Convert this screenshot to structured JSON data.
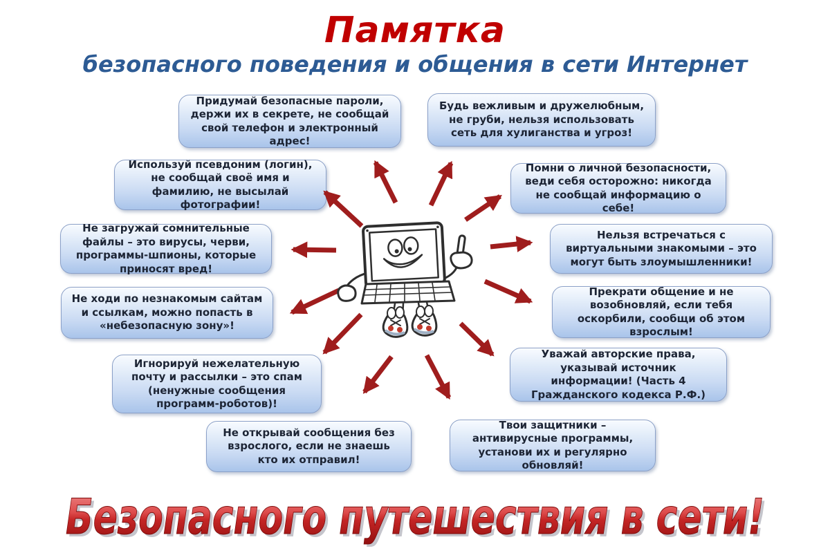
{
  "title": "Памятка",
  "subtitle": "безопасного поведения и общения в сети Интернет",
  "footer": "Безопасного путешествия в сети!",
  "mascot": "cartoon laptop character with smiling face, pointing finger and sneakers",
  "colors": {
    "title_red": "#c00000",
    "subtitle_blue": "#2d5b94",
    "arrow_red": "#9f1d1d",
    "box_fill_top": "#f8fbff",
    "box_fill_bottom": "#a9c4ea",
    "box_border": "#8aa0c8",
    "box_text": "#1d2535",
    "footer_gradient_top": "#ee8d8d",
    "footer_gradient_bottom": "#8f0e0e"
  },
  "tips": [
    {
      "position": "top-left",
      "text": "Придумай безопасные пароли, держи их в секрете, не сообщай свой телефон и электронный адрес!"
    },
    {
      "position": "top-right",
      "text": "Будь вежливым и дружелюбным, не груби, нельзя использовать сеть для хулиганства и угроз!"
    },
    {
      "position": "left-2",
      "text": "Используй псевдоним (логин), не сообщай своё имя и фамилию, не высылай фотографии!"
    },
    {
      "position": "right-2",
      "text": "Помни о личной безопасности, веди себя осторожно: никогда не сообщай информацию о себе!"
    },
    {
      "position": "left-3",
      "text": "Не загружай сомнительные файлы – это вирусы, черви, программы-шпионы, которые приносят вред!"
    },
    {
      "position": "right-3",
      "text": "Нельзя встречаться с виртуальными знакомыми – это могут быть злоумышленники!"
    },
    {
      "position": "left-4",
      "text": "Не ходи по незнакомым сайтам и ссылкам, можно попасть в «небезопасную зону»!"
    },
    {
      "position": "right-4",
      "text": "Прекрати общение и не возобновляй, если тебя оскорбили, сообщи об этом взрослым!"
    },
    {
      "position": "left-5",
      "text": "Игнорируй нежелательную почту и рассылки – это спам (ненужные сообщения программ-роботов)!"
    },
    {
      "position": "right-5",
      "text": "Уважай авторские права, указывай источник информации! (Часть 4 Гражданского кодекса Р.Ф.)"
    },
    {
      "position": "bottom-left",
      "text": "Не открывай сообщения без взрослого, если не знаешь кто их отправил!"
    },
    {
      "position": "bottom-right",
      "text": "Твои защитники – антивирусные программы, установи их и регулярно обновляй!"
    }
  ]
}
